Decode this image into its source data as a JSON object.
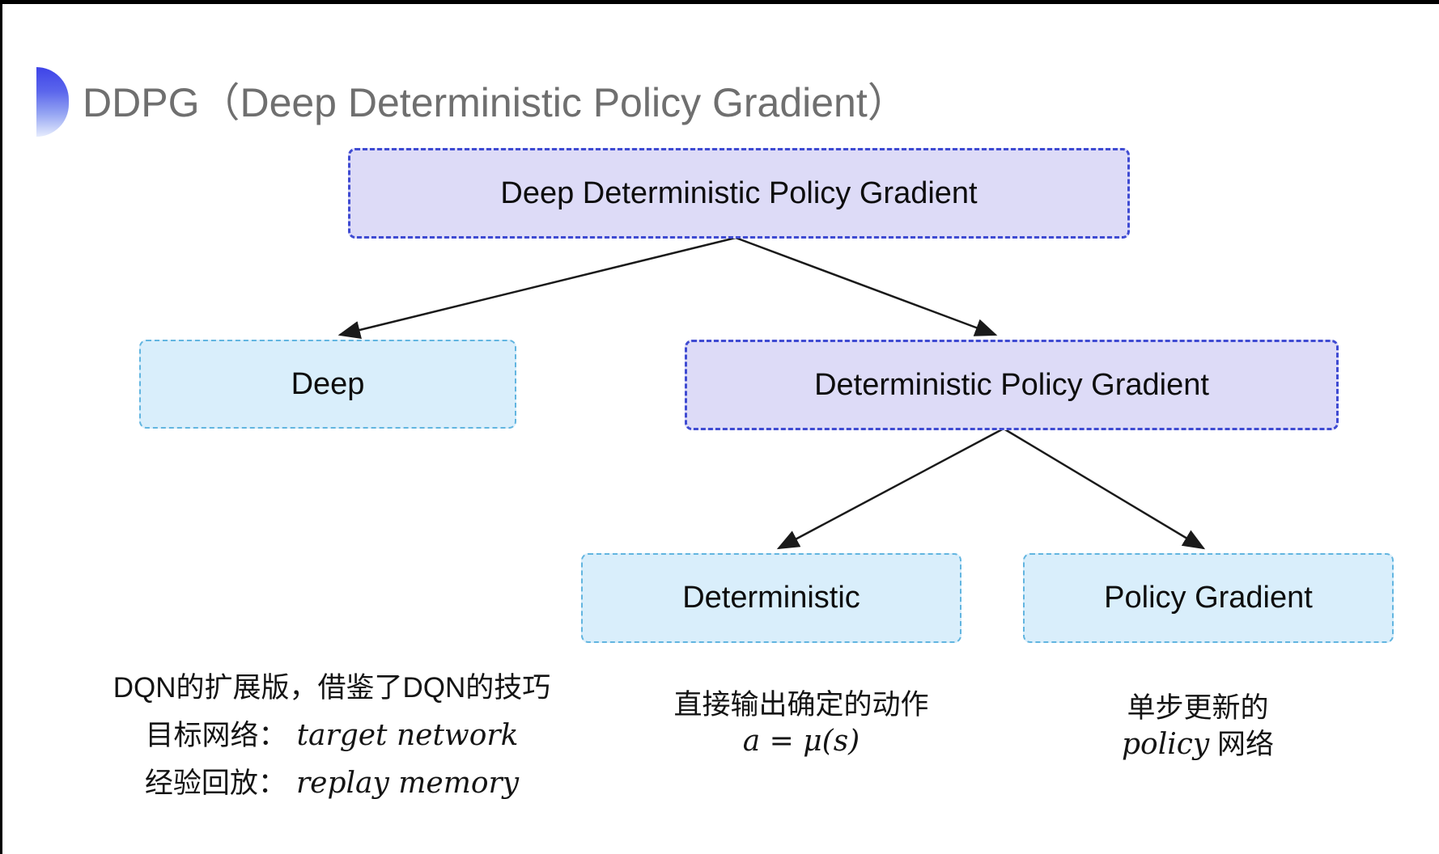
{
  "title": {
    "text": "DDPG（Deep Deterministic Policy Gradient）"
  },
  "tree": {
    "root": {
      "label": "Deep Deterministic Policy Gradient"
    },
    "level2": [
      {
        "label": "Deep"
      },
      {
        "label": "Deterministic Policy Gradient"
      }
    ],
    "level3": [
      {
        "label": "Deterministic"
      },
      {
        "label": "Policy Gradient"
      }
    ]
  },
  "notes": {
    "deep": {
      "line1": "DQN的扩展版，借鉴了DQN的技巧",
      "line2_cjk": "目标网络：",
      "line2_en": "target network",
      "line3_cjk": "经验回放：",
      "line3_en": "replay memory"
    },
    "deterministic": {
      "line1": "直接输出确定的动作",
      "formula": "a = μ(s)"
    },
    "policy_gradient": {
      "line1": "单步更新的",
      "line2_en": "policy",
      "line2_cjk": " 网络"
    }
  },
  "colors": {
    "purple_fill": "#dddbf7",
    "purple_border": "#3f4bd2",
    "cyan_fill": "#d9eefb",
    "cyan_border": "#62b5e0",
    "title_gray": "#6f6f6f",
    "arrow_black": "#1a1a1a",
    "icon_blue": "#3d43e8"
  }
}
